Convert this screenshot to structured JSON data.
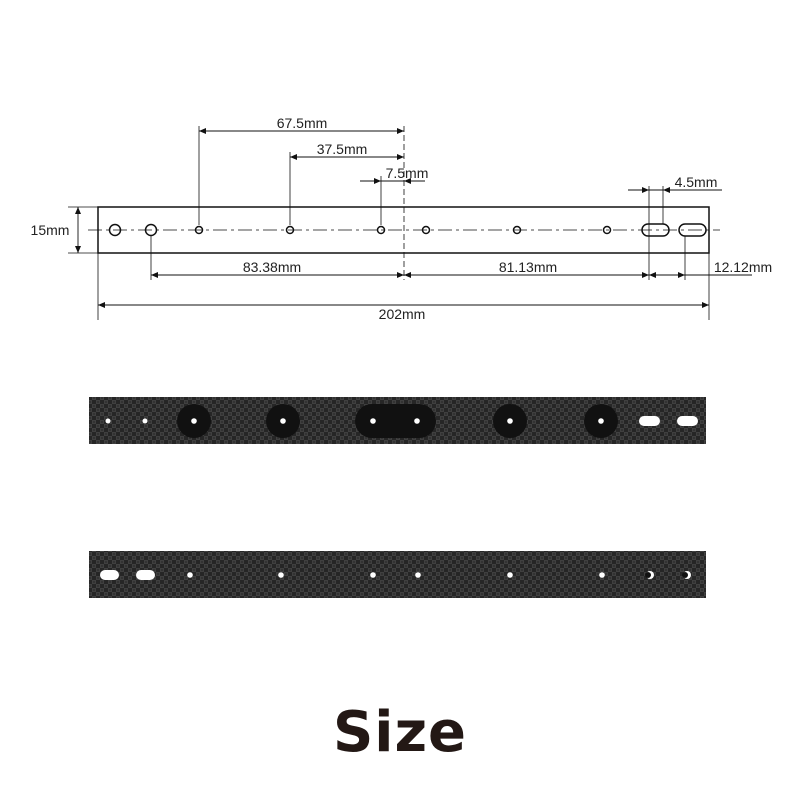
{
  "title": "Size",
  "dimensions": {
    "d_67_5": "67.5mm",
    "d_37_5": "37.5mm",
    "d_7_5": "7.5mm",
    "d_4_5": "4.5mm",
    "d_15": "15mm",
    "d_83_38": "83.38mm",
    "d_81_13": "81.13mm",
    "d_12_12": "12.12mm",
    "d_202": "202mm"
  },
  "colors": {
    "carbon_dark": "#1e1e1e",
    "carbon_light": "#3a3a3a",
    "title": "#231815"
  }
}
